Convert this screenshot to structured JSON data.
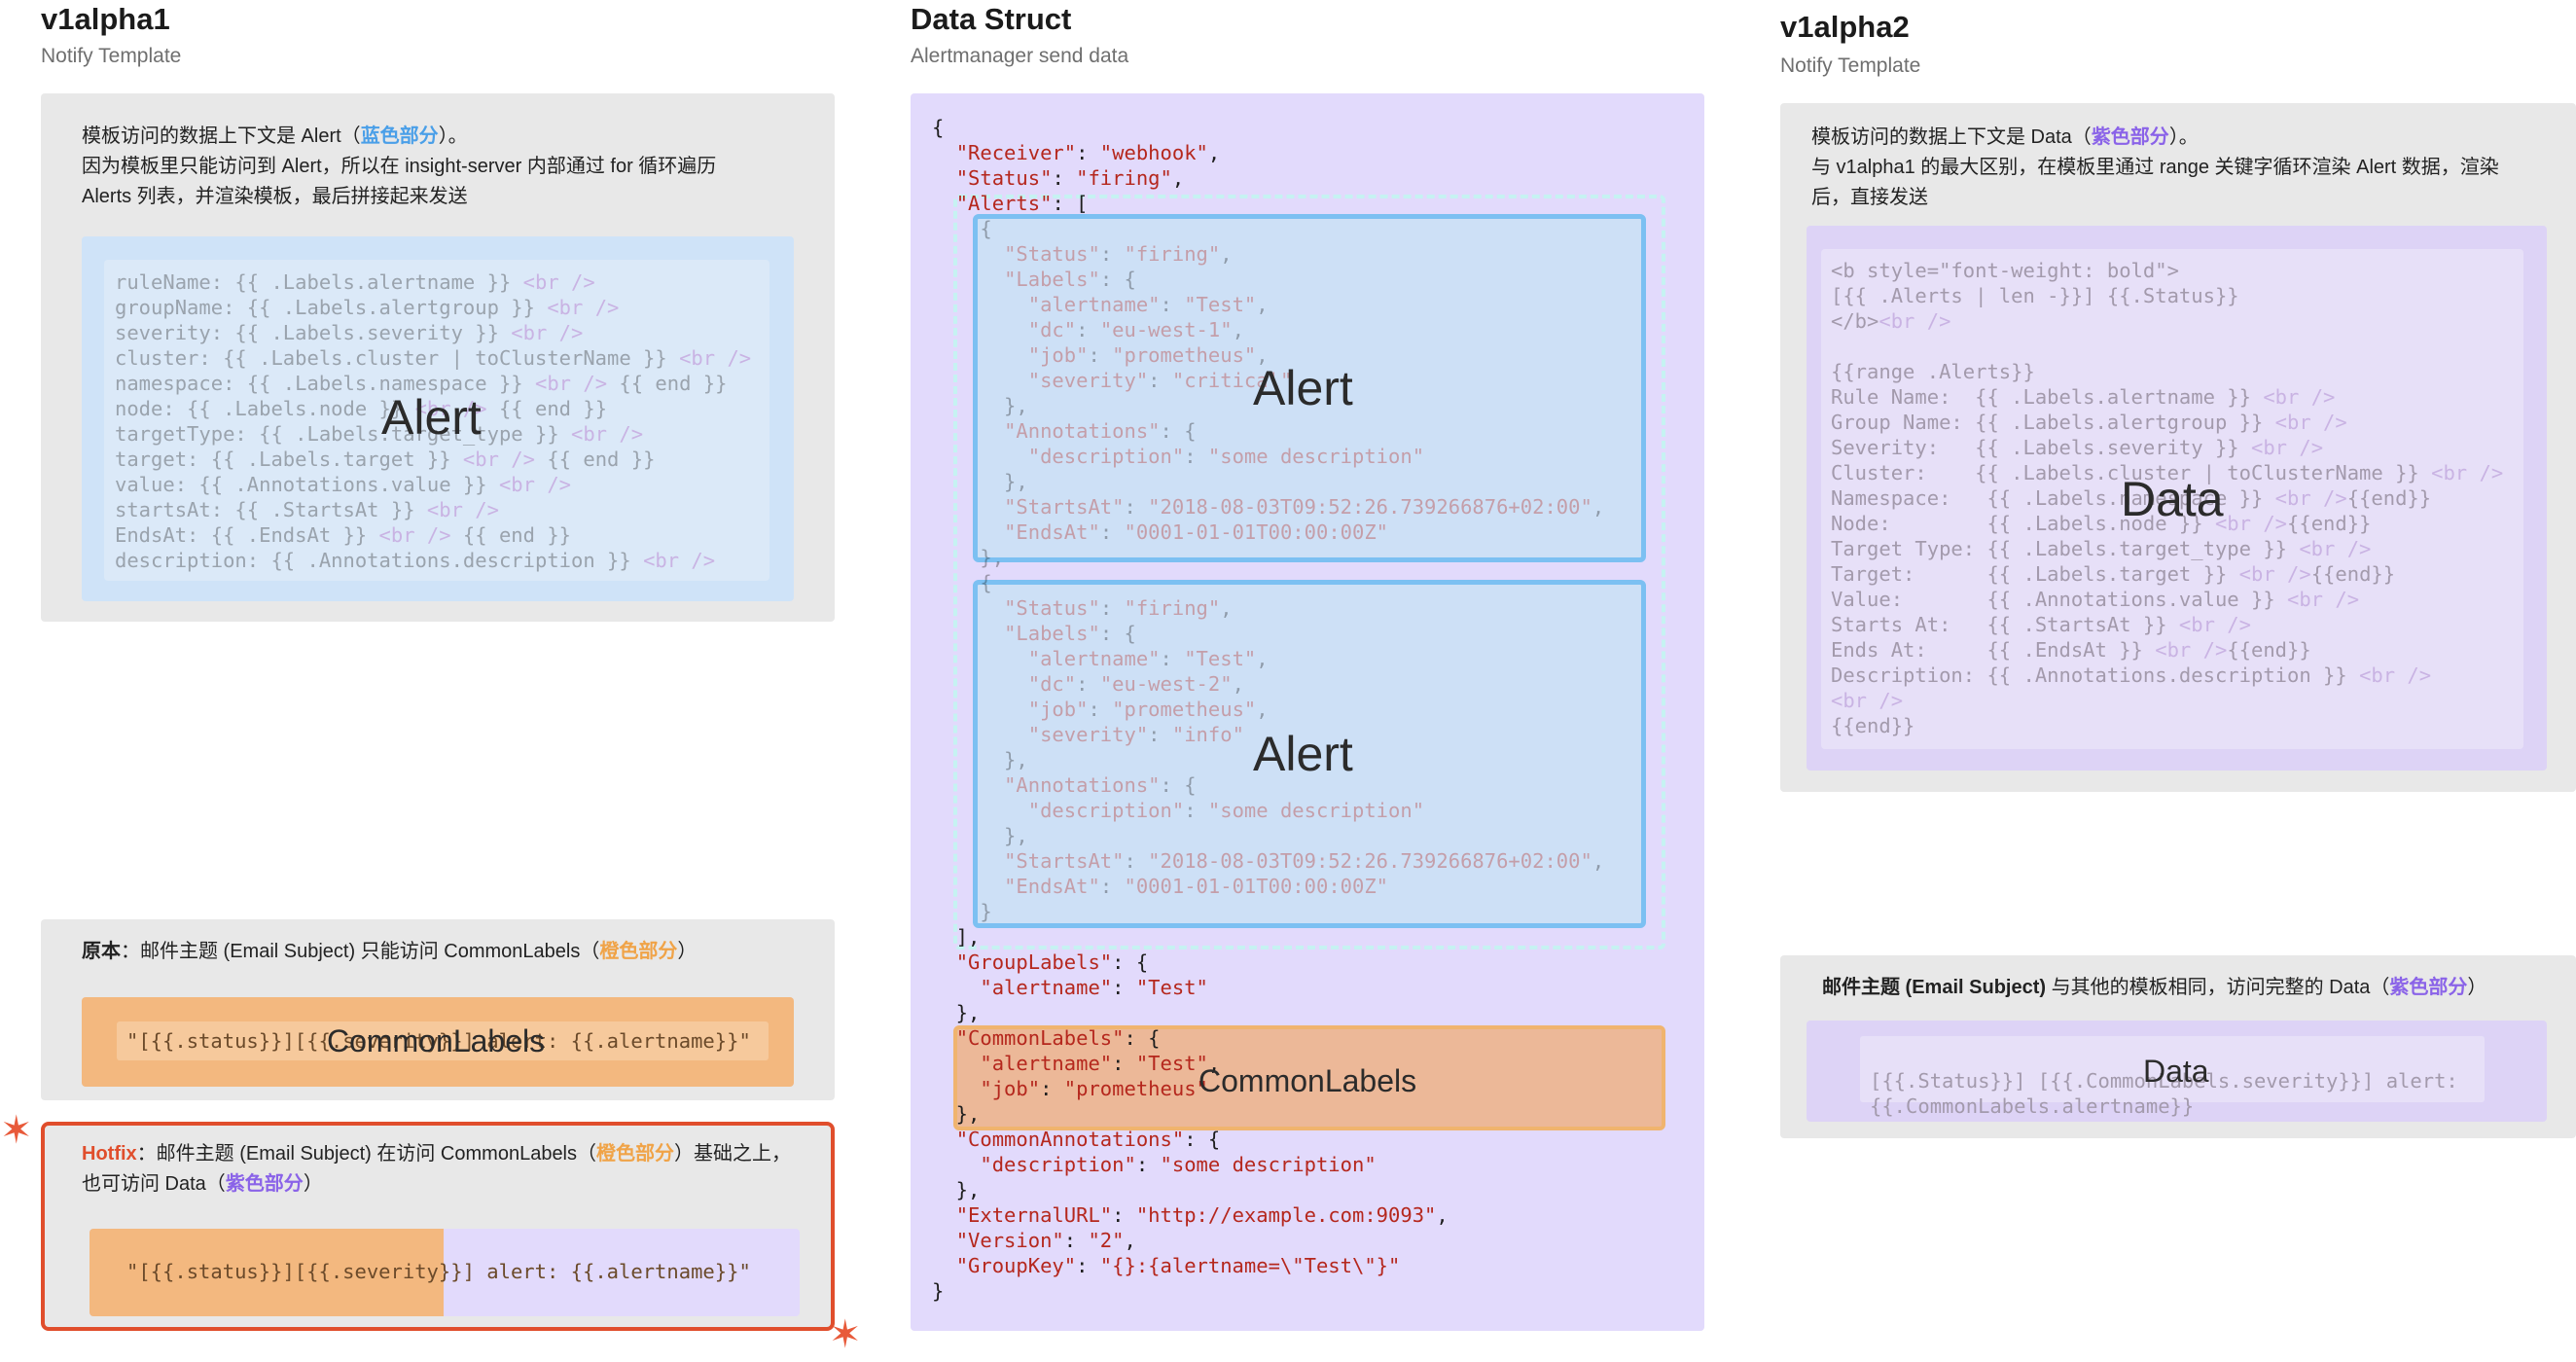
{
  "columns": {
    "v1alpha1": {
      "title": "v1alpha1",
      "subtitle": "Notify Template"
    },
    "data_struct": {
      "title": "Data Struct",
      "subtitle": "Alertmanager send data"
    },
    "v1alpha2": {
      "title": "v1alpha2",
      "subtitle": "Notify Template"
    }
  },
  "v1alpha1_panel": {
    "line1_pre": "模板访问的数据上下文是 Alert（",
    "line1_hl": "蓝色部分",
    "line1_post": "）。",
    "line2": "因为模板里只能访问到 Alert，所以在 insight-server 内部通过 for 循环遍历",
    "line3": "Alerts 列表，并渲染模板，最后拼接起来发送",
    "code": [
      "ruleName: {{ .Labels.alertname }} <br />",
      "groupName: {{ .Labels.alertgroup }} <br />",
      "severity: {{ .Labels.severity }} <br />",
      "cluster: {{ .Labels.cluster | toClusterName }} <br />",
      "namespace: {{ .Labels.namespace }} <br /> {{ end }}",
      "node: {{ .Labels.node }} <br /> {{ end }}",
      "targetType: {{ .Labels.target_type }} <br />",
      "target: {{ .Labels.target }} <br /> {{ end }}",
      "value: {{ .Annotations.value }} <br />",
      "startsAt: {{ .StartsAt }} <br />",
      "EndsAt: {{ .EndsAt }} <br /> {{ end }}",
      "description: {{ .Annotations.description }} <br />"
    ],
    "overlay_label": "Alert"
  },
  "original_panel": {
    "label_bold": "原本",
    "text_pre": "：邮件主题 (Email Subject) 只能访问 CommonLabels（",
    "text_hl": "橙色部分",
    "text_post": "）",
    "code": "\"[{{.status}}][{{.severity}}] alert: {{.alertname}}\"",
    "overlay_label": "CommonLabels"
  },
  "hotfix_panel": {
    "label_bold": "Hotfix",
    "text_pre": "：邮件主题 (Email Subject) 在访问 CommonLabels（",
    "text_hl1": "橙色部分",
    "text_mid": "）基础之上，",
    "line2_pre": "也可访问 Data（",
    "text_hl2": "紫色部分",
    "text_post": "）",
    "code": "\"[{{.status}}][{{.severity}}] alert: {{.alertname}}\""
  },
  "data_struct_json": {
    "lines": [
      "{",
      "  \"Receiver\": \"webhook\",",
      "  \"Status\": \"firing\",",
      "  \"Alerts\": [",
      "    {",
      "      \"Status\": \"firing\",",
      "      \"Labels\": {",
      "        \"alertname\": \"Test\",",
      "        \"dc\": \"eu-west-1\",",
      "        \"job\": \"prometheus\",",
      "        \"severity\": \"critical\"",
      "      },",
      "      \"Annotations\": {",
      "        \"description\": \"some description\"",
      "      },",
      "      \"StartsAt\": \"2018-08-03T09:52:26.739266876+02:00\",",
      "      \"EndsAt\": \"0001-01-01T00:00:00Z\"",
      "    },",
      "    {",
      "      \"Status\": \"firing\",",
      "      \"Labels\": {",
      "        \"alertname\": \"Test\",",
      "        \"dc\": \"eu-west-2\",",
      "        \"job\": \"prometheus\",",
      "        \"severity\": \"info\"",
      "      },",
      "      \"Annotations\": {",
      "        \"description\": \"some description\"",
      "      },",
      "      \"StartsAt\": \"2018-08-03T09:52:26.739266876+02:00\",",
      "      \"EndsAt\": \"0001-01-01T00:00:00Z\"",
      "    }",
      "  ],",
      "  \"GroupLabels\": {",
      "    \"alertname\": \"Test\"",
      "  },",
      "  \"CommonLabels\": {",
      "    \"alertname\": \"Test\",",
      "    \"job\": \"prometheus\"",
      "  },",
      "  \"CommonAnnotations\": {",
      "    \"description\": \"some description\"",
      "  },",
      "  \"ExternalURL\": \"http://example.com:9093\",",
      "  \"Version\": \"2\",",
      "  \"GroupKey\": \"{}:{alertname=\\\"Test\\\"}\"",
      "}"
    ],
    "alert_label_1": "Alert",
    "alert_label_2": "Alert",
    "common_labels_label": "CommonLabels"
  },
  "v1alpha2_panel": {
    "line1_pre": "模板访问的数据上下文是 Data（",
    "line1_hl": "紫色部分",
    "line1_post": "）。",
    "line2": "与 v1alpha1 的最大区别，在模板里通过 range 关键字循环渲染 Alert 数据，渲染",
    "line3": "后，直接发送",
    "code": [
      "<b style=\"font-weight: bold\">",
      "[{{ .Alerts | len -}}] {{.Status}}",
      "</b><br />",
      "",
      "{{range .Alerts}}",
      "Rule Name:  {{ .Labels.alertname }} <br />",
      "Group Name: {{ .Labels.alertgroup }} <br />",
      "Severity:   {{ .Labels.severity }} <br />",
      "Cluster:    {{ .Labels.cluster | toClusterName }} <br />",
      "Namespace:   {{ .Labels.namespace }} <br />{{end}}",
      "Node:        {{ .Labels.node }} <br />{{end}}",
      "Target Type: {{ .Labels.target_type }} <br />",
      "Target:      {{ .Labels.target }} <br />{{end}}",
      "Value:       {{ .Annotations.value }} <br />",
      "Starts At:   {{ .StartsAt }} <br />",
      "Ends At:     {{ .EndsAt }} <br />{{end}}",
      "Description: {{ .Annotations.description }} <br />",
      "<br />",
      "{{end}}"
    ],
    "overlay_label": "Data"
  },
  "v1alpha2_subject_panel": {
    "label_bold": "邮件主题 (Email Subject)",
    "text_pre": " 与其他的模板相同，访问完整的 Data（",
    "text_hl": "紫色部分",
    "text_post": "）",
    "code_line1": "[{{.Status}}] [{{.CommonLabels.severity}}] alert:",
    "code_line2": "{{.CommonLabels.alertname}}",
    "overlay_label": "Data"
  },
  "colors": {
    "panel_gray": "#e8e8e8",
    "alert_blue": "#cde0f6",
    "alert_border": "#7cc0f2",
    "data_purple": "#e2dafc",
    "common_orange": "#f3b87f",
    "hotfix_red": "#e04e2c"
  }
}
